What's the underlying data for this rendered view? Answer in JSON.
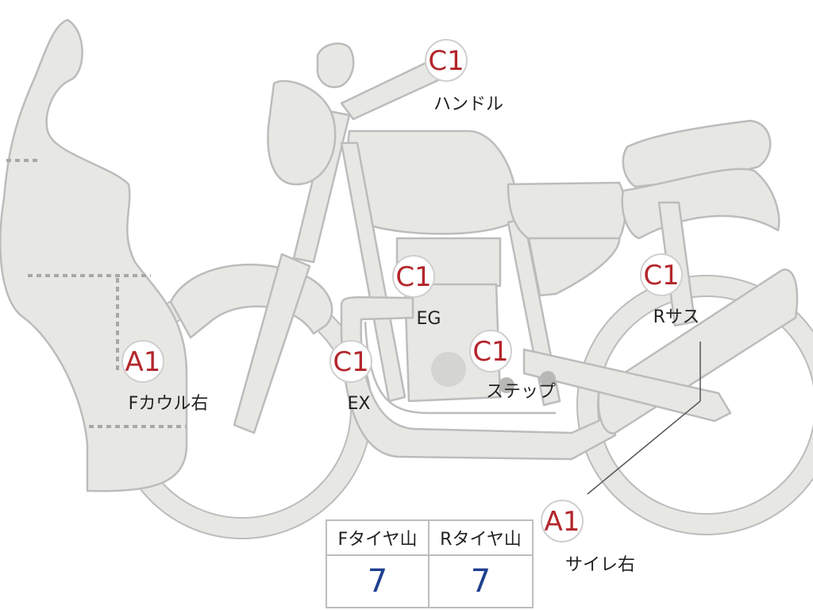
{
  "colors": {
    "body_fill": "#e7e7e4",
    "body_stroke": "#bcbcbc",
    "grade_a": "#b3262c",
    "grade_c": "#b3262c",
    "tire_value": "#1f3f8f",
    "dotted": "#a8a8a8"
  },
  "markers": [
    {
      "code": "C1",
      "label": "ハンドル"
    },
    {
      "code": "C1",
      "label": "EG"
    },
    {
      "code": "C1",
      "label": "Rサス"
    },
    {
      "code": "A1",
      "label": "Fカウル右"
    },
    {
      "code": "C1",
      "label": "EX"
    },
    {
      "code": "C1",
      "label": "ステップ"
    },
    {
      "code": "A1",
      "label": "サイレ右"
    }
  ],
  "tire_table": {
    "headers": [
      "Fタイヤ山",
      "Rタイヤ山"
    ],
    "values": [
      "7",
      "7"
    ]
  }
}
